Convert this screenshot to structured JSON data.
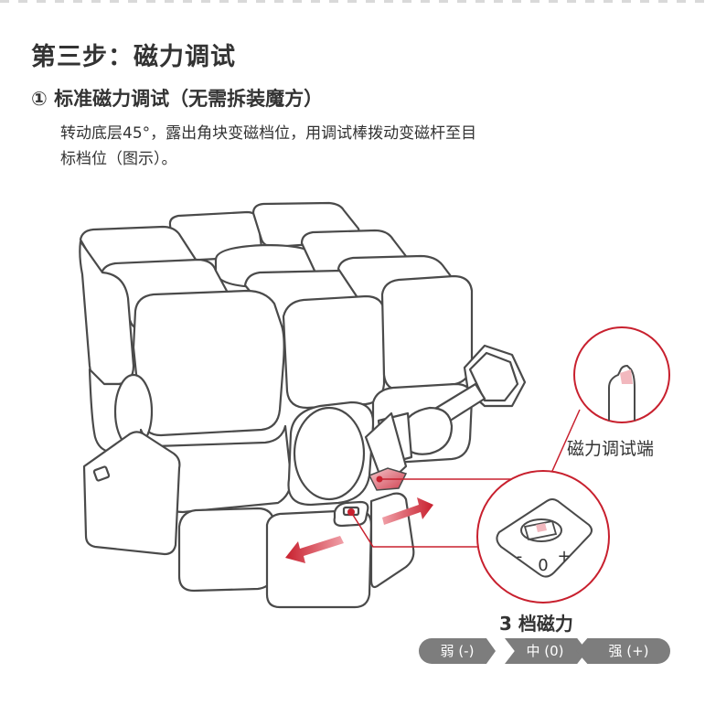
{
  "header": {
    "step_title": "第三步：磁力调试"
  },
  "section": {
    "subtitle": "① 标准磁力调试（无需拆装魔方）",
    "desc_line1": "转动底层45°，露出角块变磁档位，用调试棒拨动变磁杆至目",
    "desc_line2": "标档位（图示）。"
  },
  "diagram": {
    "callout_tool_tip_label": "磁力调试端",
    "dial": {
      "minus_label": "-",
      "zero_label": "0",
      "plus_label": "+"
    },
    "gear_label": "3 档磁力",
    "gears": [
      {
        "label": "弱 (-)"
      },
      {
        "label": "中 (0)"
      },
      {
        "label": "强 (+)"
      }
    ]
  },
  "colors": {
    "accent_red": "#c8202e",
    "outline_gray": "#4a4a4a",
    "pill_gray": "#7d7d7d"
  }
}
